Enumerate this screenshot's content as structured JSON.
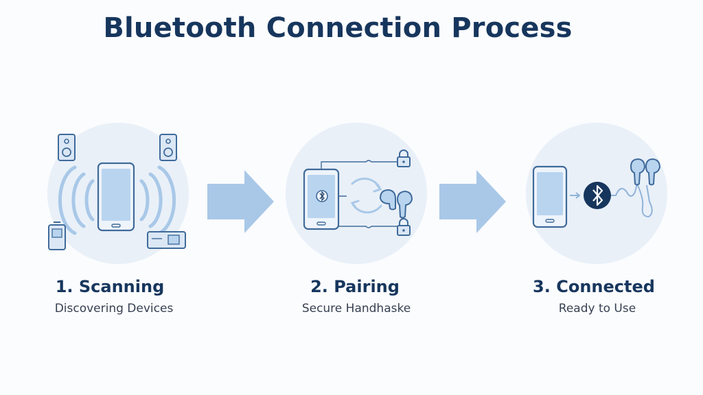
{
  "title": "Bluetooth Connection Process",
  "steps": [
    {
      "label": "1. Scanning",
      "subtitle": "Discovering Devices",
      "icons": [
        "smartphone-icon",
        "speaker-icon",
        "speaker-icon",
        "media-player-icon",
        "projector-icon",
        "signal-waves-icon"
      ]
    },
    {
      "label": "2. Pairing",
      "subtitle": "Secure Handhaske",
      "icons": [
        "smartphone-icon",
        "bluetooth-icon",
        "sync-arrows-icon",
        "earbud-icon",
        "lock-icon",
        "lock-icon"
      ]
    },
    {
      "label": "3. Connected",
      "subtitle": "Ready to Use",
      "icons": [
        "smartphone-icon",
        "bluetooth-icon",
        "earbuds-icon"
      ]
    }
  ],
  "colors": {
    "title": "#17365d",
    "circle": "#e9f0f8",
    "arrow": "#a9c8e8",
    "icon_stroke": "#3f6a9a",
    "icon_fill": "#b9d4ef",
    "bluetooth_badge": "#17365d"
  }
}
